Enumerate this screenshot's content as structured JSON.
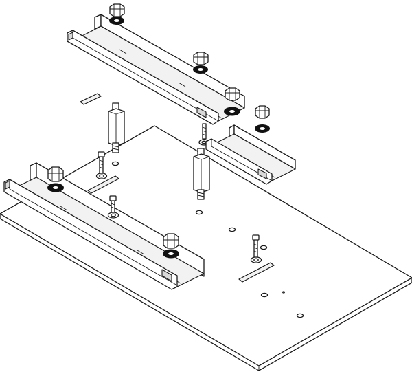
{
  "image": {
    "kind": "exploded assembly line drawing",
    "parts": [
      "base-plate",
      "front-rail",
      "rear-rail",
      "right-short-rail",
      "standoff",
      "bolt",
      "washer",
      "stud",
      "mounting-slot",
      "mounting-hole"
    ]
  },
  "colors": {
    "line": "#1a1a1a",
    "fill": "#ffffff",
    "shade": "#d9d9d9",
    "washer": "#111111"
  }
}
